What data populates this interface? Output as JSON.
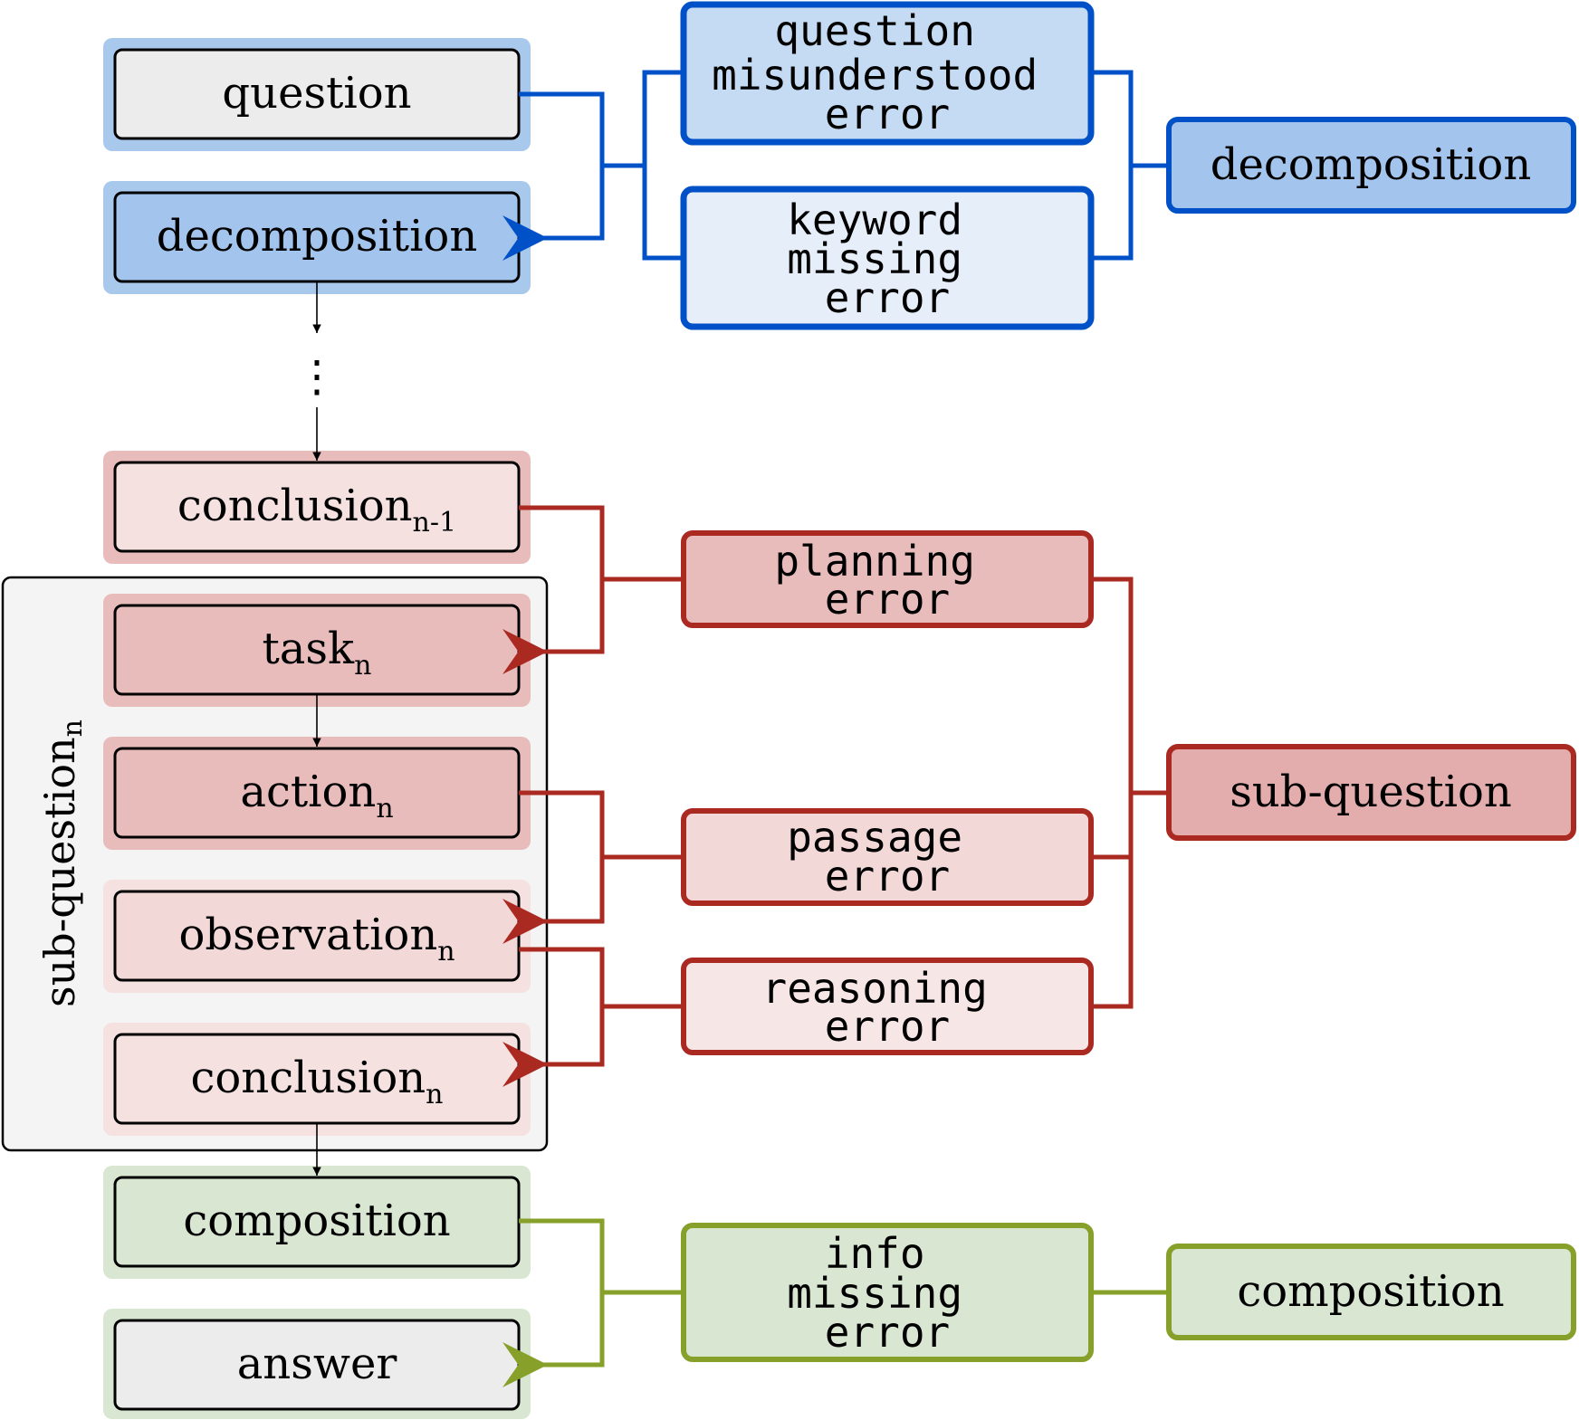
{
  "colors": {
    "blue": "#0050c8",
    "red": "#aa2a22",
    "green": "#86a02a",
    "black": "#000000",
    "gray_fill": "#ececec",
    "blue_fill": "#a3c4ec",
    "blue_halo": "#a8c8ec",
    "red_halo": "#e9bcbc",
    "green_halo": "#d8e6d2",
    "panel_fill": "#f4f4f4"
  },
  "flow": {
    "question": "question",
    "decomposition": "decomposition",
    "ellipsis": "⋮",
    "conclusion_prev": "conclusion",
    "conclusion_prev_sub": "n-1",
    "task": "task",
    "task_sub": "n",
    "action": "action",
    "action_sub": "n",
    "observation": "observation",
    "observation_sub": "n",
    "conclusion": "conclusion",
    "conclusion_sub": "n",
    "composition": "composition",
    "answer": "answer"
  },
  "subquestion_group": {
    "label": "sub-question",
    "label_sub": "n"
  },
  "errors": {
    "question_misunderstood": [
      "question",
      "misunderstood",
      "error"
    ],
    "keyword_missing": [
      "keyword",
      "missing",
      "error"
    ],
    "planning": [
      "planning",
      "error"
    ],
    "passage": [
      "passage",
      "error"
    ],
    "reasoning": [
      "reasoning",
      "error"
    ],
    "info_missing": [
      "info",
      "missing",
      "error"
    ]
  },
  "categories": {
    "decomposition": "decomposition",
    "sub_question": "sub-question",
    "composition": "composition"
  }
}
